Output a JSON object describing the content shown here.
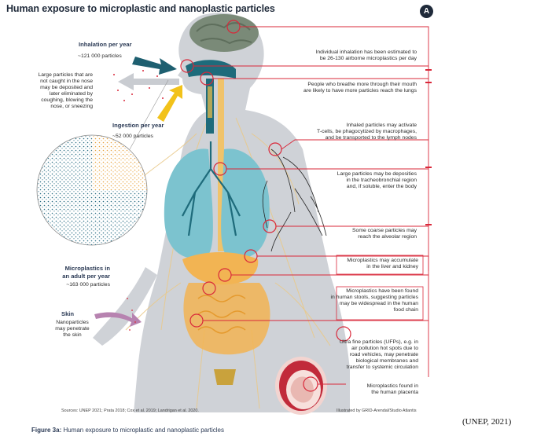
{
  "title": "Human exposure to microplastic and nanoplastic particles",
  "badge": "A",
  "inhalation": {
    "heading": "Inhalation per year",
    "value": "~121 000 particles"
  },
  "ingestion": {
    "heading": "Ingestion per year",
    "value": "~52 000 particles"
  },
  "adult": {
    "heading_line1": "Microplastics in",
    "heading_line2": "an adult per year",
    "value": "~163 000 particles"
  },
  "nose_note": [
    "Large particles that are",
    "not caught in the nose",
    "may be deposited and",
    "later eliminated by",
    "coughing, blowing the",
    "nose, or sneezing"
  ],
  "skin": {
    "heading": "Skin",
    "lines": [
      "Nanoparticles",
      "may penetrate",
      "the skin"
    ]
  },
  "annotations": [
    {
      "lines": [
        "Individual inhalation has been estimated to",
        "be 26-130 airborne microplastics per day"
      ]
    },
    {
      "lines": [
        "People who breathe more through their mouth",
        "are likely to have more particles reach the lungs"
      ]
    },
    {
      "lines": [
        "Inhaled particles may activate",
        "T-cells, be phagocytized by macrophages,",
        "and be transported to the lymph nodes"
      ]
    },
    {
      "lines": [
        "Large particles may be deposities",
        "in the tracheobronchial region",
        "and, if soluble, enter the body"
      ]
    },
    {
      "lines": [
        "Some coarse particles may",
        "reach the alveolar region"
      ]
    },
    {
      "lines": [
        "Microplastics may accumulate",
        "in the liver and kidney"
      ]
    },
    {
      "lines": [
        "Microplastics have been found",
        "in human stools, suggesting particles",
        "may be widespread in the human",
        "food chain"
      ]
    },
    {
      "lines": [
        "Ultra fine particles (UFPs), e.g. in",
        "air pollution hot spots due to",
        "road vehicles, may penetrate",
        "biological membranes and",
        "transfer to systemic circulation"
      ]
    },
    {
      "lines": [
        "Microplastics found in",
        "the human placenta"
      ]
    }
  ],
  "sources": "Sources: UNEP 2021; Prata 2018; Cox et al. 2019; Landrigan et al. 2020.",
  "credit": "Illustrated by GRID-Arendal/Studio Atlantis",
  "caption_label": "Figure 3a:",
  "caption_text": " Human exposure to microplastic and nanoplastic particles",
  "citation": "(UNEP, 2021)",
  "colors": {
    "accent_red": "#d9283a",
    "body_gray": "#c9ccd1",
    "lung_teal": "#7cc3cf",
    "organ_orange": "#f2b453",
    "airway_navy": "#1e6b7b"
  }
}
